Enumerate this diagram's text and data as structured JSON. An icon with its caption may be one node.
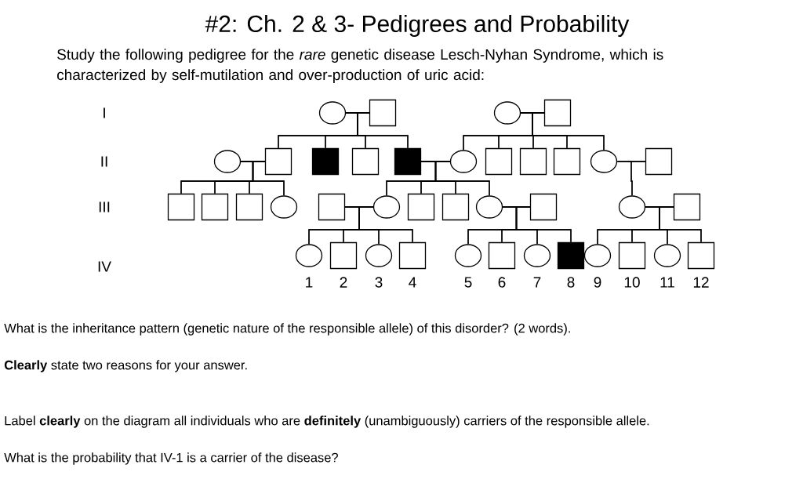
{
  "diagram": {
    "title": "#2: Ch. 2 & 3- Pedigrees and Probability",
    "nodes": [
      {
        "text": [],
        "shape": "circle"
      },
      {
        "text": [],
        "shape": "square"
      },
      {
        "text": [],
        "shape": "circle"
      },
      {
        "text": [],
        "shape": "square"
      },
      {
        "text": [],
        "shape": "circle"
      },
      {
        "text": [],
        "shape": "square"
      },
      {
        "text": [],
        "shape": "filled-square"
      },
      {
        "text": [],
        "shape": "square"
      },
      {
        "text": [],
        "shape": "filled-square"
      },
      {
        "text": [],
        "shape": "circle"
      },
      {
        "text": [],
        "shape": "square"
      },
      {
        "text": [],
        "shape": "square"
      },
      {
        "text": [],
        "shape": "square"
      },
      {
        "text": [],
        "shape": "circle"
      },
      {
        "text": [],
        "shape": "square"
      },
      {
        "text": [],
        "shape": "square"
      },
      {
        "text": [],
        "shape": "square"
      },
      {
        "text": [],
        "shape": "square"
      },
      {
        "text": [],
        "shape": "circle"
      },
      {
        "text": [],
        "shape": "square"
      },
      {
        "text": [],
        "shape": "circle"
      },
      {
        "text": [],
        "shape": "square"
      },
      {
        "text": [],
        "shape": "square"
      },
      {
        "text": [],
        "shape": "circle"
      },
      {
        "text": [],
        "shape": "square"
      },
      {
        "text": [],
        "shape": "circle"
      },
      {
        "text": [],
        "shape": "square"
      },
      {
        "text": [],
        "shape": "circle",
        "beside": [
          "1"
        ]
      },
      {
        "text": [],
        "shape": "square",
        "beside": [
          "2"
        ]
      },
      {
        "text": [],
        "shape": "circle",
        "beside": [
          "3"
        ]
      },
      {
        "text": [],
        "shape": "square",
        "beside": [
          "4"
        ]
      },
      {
        "text": [],
        "shape": "circle",
        "beside": [
          "5"
        ]
      },
      {
        "text": [],
        "shape": "square",
        "beside": [
          "6"
        ]
      },
      {
        "text": [],
        "shape": "circle",
        "beside": [
          "7"
        ]
      },
      {
        "text": [],
        "shape": "filled-square",
        "beside": [
          "8"
        ]
      },
      {
        "text": [],
        "shape": "circle",
        "beside": [
          "9"
        ]
      },
      {
        "text": [],
        "shape": "square",
        "beside": [
          "10"
        ]
      },
      {
        "text": [],
        "shape": "circle",
        "beside": [
          "11"
        ]
      },
      {
        "text": [],
        "shape": "square",
        "beside": [
          "12"
        ]
      }
    ],
    "edges": [
      {
        "from": 0,
        "to": 1,
        "arrow": "none"
      },
      {
        "from": 2,
        "to": 3,
        "arrow": "none"
      },
      {
        "from": 0,
        "to": 5,
        "arrow": "none"
      },
      {
        "from": 1,
        "to": 5,
        "arrow": "none"
      },
      {
        "from": 0,
        "to": 6,
        "arrow": "none"
      },
      {
        "from": 1,
        "to": 6,
        "arrow": "none"
      },
      {
        "from": 0,
        "to": 7,
        "arrow": "none"
      },
      {
        "from": 1,
        "to": 7,
        "arrow": "none"
      },
      {
        "from": 0,
        "to": 8,
        "arrow": "none"
      },
      {
        "from": 1,
        "to": 8,
        "arrow": "none"
      },
      {
        "from": 2,
        "to": 9,
        "arrow": "none"
      },
      {
        "from": 3,
        "to": 9,
        "arrow": "none"
      },
      {
        "from": 2,
        "to": 10,
        "arrow": "none"
      },
      {
        "from": 3,
        "to": 10,
        "arrow": "none"
      },
      {
        "from": 2,
        "to": 11,
        "arrow": "none"
      },
      {
        "from": 3,
        "to": 11,
        "arrow": "none"
      },
      {
        "from": 2,
        "to": 12,
        "arrow": "none"
      },
      {
        "from": 3,
        "to": 12,
        "arrow": "none"
      },
      {
        "from": 2,
        "to": 13,
        "arrow": "none"
      },
      {
        "from": 3,
        "to": 13,
        "arrow": "none"
      },
      {
        "from": 4,
        "to": 5,
        "arrow": "none"
      },
      {
        "from": 8,
        "to": 9,
        "arrow": "none"
      },
      {
        "from": 13,
        "to": 14,
        "arrow": "none"
      },
      {
        "from": 4,
        "to": 15,
        "arrow": "none"
      },
      {
        "from": 5,
        "to": 15,
        "arrow": "none"
      },
      {
        "from": 4,
        "to": 16,
        "arrow": "none"
      },
      {
        "from": 5,
        "to": 16,
        "arrow": "none"
      },
      {
        "from": 4,
        "to": 17,
        "arrow": "none"
      },
      {
        "from": 5,
        "to": 17,
        "arrow": "none"
      },
      {
        "from": 4,
        "to": 18,
        "arrow": "none"
      },
      {
        "from": 5,
        "to": 18,
        "arrow": "none"
      },
      {
        "from": 9,
        "to": 20,
        "arrow": "none"
      },
      {
        "from": 8,
        "to": 20,
        "arrow": "none"
      },
      {
        "from": 9,
        "to": 21,
        "arrow": "none"
      },
      {
        "from": 8,
        "to": 21,
        "arrow": "none"
      },
      {
        "from": 9,
        "to": 22,
        "arrow": "none"
      },
      {
        "from": 8,
        "to": 22,
        "arrow": "none"
      },
      {
        "from": 9,
        "to": 23,
        "arrow": "none"
      },
      {
        "from": 8,
        "to": 23,
        "arrow": "none"
      },
      {
        "from": 13,
        "to": 25,
        "arrow": "none"
      },
      {
        "from": 14,
        "to": 25,
        "arrow": "none"
      },
      {
        "from": 19,
        "to": 20,
        "arrow": "none"
      },
      {
        "from": 23,
        "to": 24,
        "arrow": "none"
      },
      {
        "from": 25,
        "to": 26,
        "arrow": "none"
      },
      {
        "from": 20,
        "to": 27,
        "arrow": "none"
      },
      {
        "from": 19,
        "to": 27,
        "arrow": "none"
      },
      {
        "from": 20,
        "to": 28,
        "arrow": "none"
      },
      {
        "from": 19,
        "to": 28,
        "arrow": "none"
      },
      {
        "from": 20,
        "to": 29,
        "arrow": "none"
      },
      {
        "from": 19,
        "to": 29,
        "arrow": "none"
      },
      {
        "from": 20,
        "to": 30,
        "arrow": "none"
      },
      {
        "from": 19,
        "to": 30,
        "arrow": "none"
      },
      {
        "from": 23,
        "to": 31,
        "arrow": "none"
      },
      {
        "from": 24,
        "to": 31,
        "arrow": "none"
      },
      {
        "from": 23,
        "to": 32,
        "arrow": "none"
      },
      {
        "from": 24,
        "to": 32,
        "arrow": "none"
      },
      {
        "from": 23,
        "to": 33,
        "arrow": "none"
      },
      {
        "from": 24,
        "to": 33,
        "arrow": "none"
      },
      {
        "from": 23,
        "to": 34,
        "arrow": "none"
      },
      {
        "from": 24,
        "to": 34,
        "arrow": "none"
      },
      {
        "from": 25,
        "to": 35,
        "arrow": "none"
      },
      {
        "from": 26,
        "to": 35,
        "arrow": "none"
      },
      {
        "from": 25,
        "to": 36,
        "arrow": "none"
      },
      {
        "from": 26,
        "to": 36,
        "arrow": "none"
      },
      {
        "from": 25,
        "to": 37,
        "arrow": "none"
      },
      {
        "from": 26,
        "to": 37,
        "arrow": "none"
      },
      {
        "from": 25,
        "to": 38,
        "arrow": "none"
      },
      {
        "from": 26,
        "to": 38,
        "arrow": "none"
      }
    ],
    "labels": [
      "Study the following pedigree for the *rare* genetic disease Lesch-Nyhan Syndrome, which is characterized by self-mutilation and over-production of uric acid:",
      "I",
      "II",
      "III",
      "IV",
      "What is the inheritance pattern (genetic nature of the responsible allele) of this disorder? (2 words).",
      "**Clearly** state two reasons for your answer.",
      "Label **clearly** on the diagram all individuals who are **definitely** (unambiguously) carriers of the responsible allele.",
      "What is the probability that IV-1 is a carrier of the disease?"
    ]
  }
}
